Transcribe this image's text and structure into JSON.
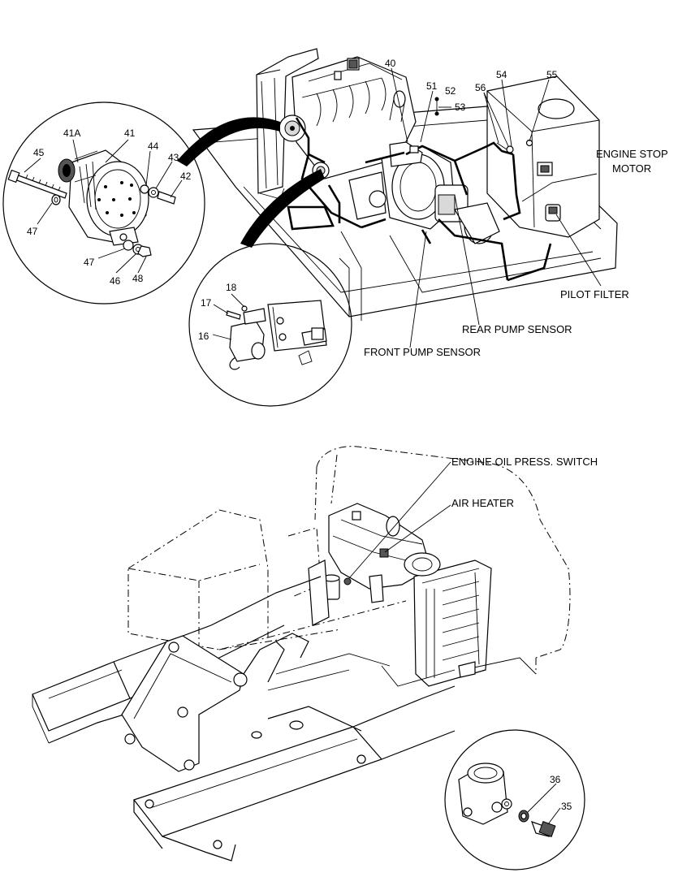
{
  "labels": {
    "engine_stop_motor_1": "ENGINE STOP",
    "engine_stop_motor_2": "MOTOR",
    "pilot_filter": "PILOT FILTER",
    "rear_pump_sensor": "REAR PUMP SENSOR",
    "front_pump_sensor": "FRONT PUMP SENSOR",
    "engine_oil_press_switch": "ENGINE OIL PRESS. SWITCH",
    "air_heater": "AIR HEATER"
  },
  "callouts": {
    "c40": "40",
    "c51": "51",
    "c52": "52",
    "c53": "53",
    "c54": "54",
    "c55": "55",
    "c56": "56",
    "c41A": "41A",
    "c41": "41",
    "c45": "45",
    "c44": "44",
    "c43": "43",
    "c42": "42",
    "c47a": "47",
    "c47b": "47",
    "c46": "46",
    "c48": "48",
    "c18": "18",
    "c17": "17",
    "c16": "16",
    "c36": "36",
    "c35": "35"
  }
}
